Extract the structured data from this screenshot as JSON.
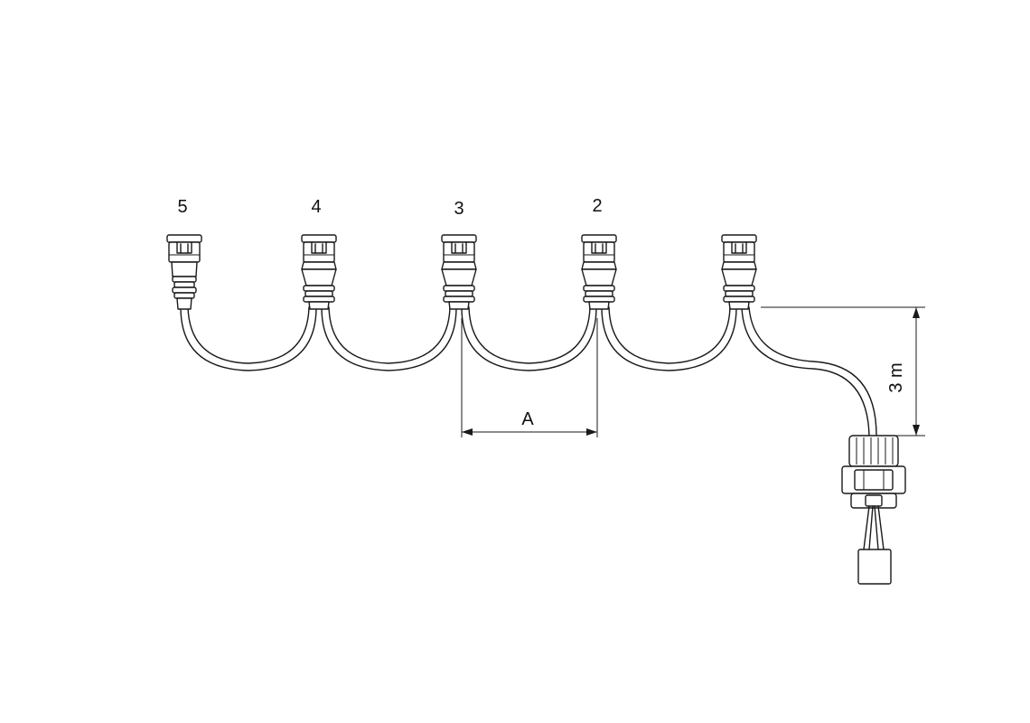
{
  "connectors": [
    {
      "label": "5"
    },
    {
      "label": "4"
    },
    {
      "label": "3"
    },
    {
      "label": "2"
    },
    {
      "label": ""
    }
  ],
  "dimensions": {
    "spacing_label": "A",
    "length_label": "3 m"
  }
}
